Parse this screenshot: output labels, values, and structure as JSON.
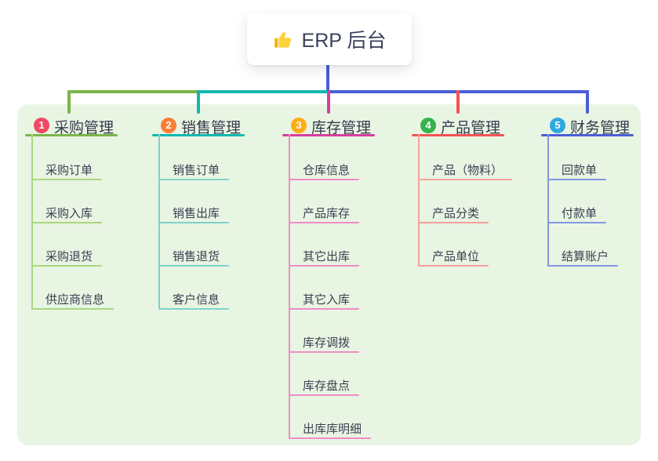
{
  "root": {
    "icon": "thumbs-up-icon",
    "title": "ERP 后台"
  },
  "colors": {
    "panel_bg": "#e9f5e3",
    "root_line": "#4a5fd6",
    "card_bg": "#ffffff",
    "title_text": "#3a415a",
    "node_text": "#3a4052"
  },
  "branches": [
    {
      "number": "1",
      "title": "采购管理",
      "badge_color": "#ef4a64",
      "line_color": "#7ab648",
      "child_line_color": "#a9d77f",
      "children": [
        "采购订单",
        "采购入库",
        "采购退货",
        "供应商信息"
      ]
    },
    {
      "number": "2",
      "title": "销售管理",
      "badge_color": "#fb7e35",
      "line_color": "#12b7ae",
      "child_line_color": "#7dd2ca",
      "children": [
        "销售订单",
        "销售出库",
        "销售退货",
        "客户信息"
      ]
    },
    {
      "number": "3",
      "title": "库存管理",
      "badge_color": "#fcad15",
      "line_color": "#d63fa0",
      "child_line_color": "#ef8cc6",
      "children": [
        "仓库信息",
        "产品库存",
        "其它出库",
        "其它入库",
        "库存调拨",
        "库存盘点",
        "出库库明细"
      ]
    },
    {
      "number": "4",
      "title": "产品管理",
      "badge_color": "#35b34c",
      "line_color": "#f25352",
      "child_line_color": "#f7a09e",
      "children": [
        "产品（物料）",
        "产品分类",
        "产品单位"
      ]
    },
    {
      "number": "5",
      "title": "财务管理",
      "badge_color": "#2fa8e1",
      "line_color": "#4a5fd6",
      "child_line_color": "#8297e2",
      "children": [
        "回款单",
        "付款单",
        "结算账户"
      ]
    }
  ]
}
